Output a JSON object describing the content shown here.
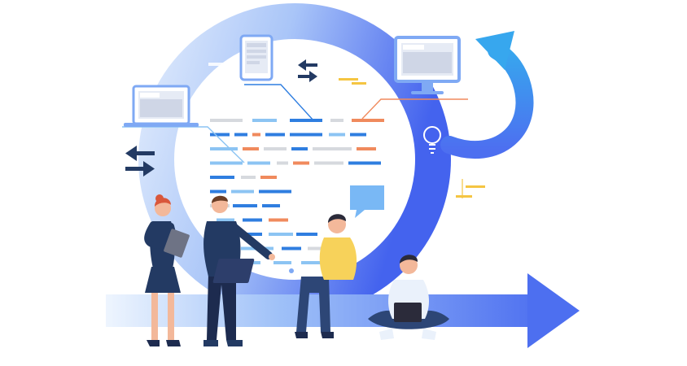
{
  "colors": {
    "ring_light": "#cfe0fb",
    "ring_mid": "#8fb3f6",
    "ring_deep": "#4d6ff0",
    "ring_end": "#3d5ae8",
    "arrow_main": "#4d6ff0",
    "arrow_cycle": "#3f9ff0",
    "navy": "#233a63",
    "dark_navy": "#1d2b4f",
    "text_line_blue": "#2f7ee0",
    "text_line_light": "#8cc4f3",
    "text_line_gray": "#d6d9de",
    "text_line_orange": "#f08a5d",
    "accent_yellow": "#f5c542",
    "shirt_yellow": "#f7d25a",
    "shirt_white": "#eaf1fb",
    "jeans": "#2d4676",
    "skin": "#f3b89a",
    "hair_dark": "#2b2b3a",
    "hair_red": "#d9573b",
    "device_blue": "#7fa9f4",
    "chat_bubble": "#79b8f5"
  },
  "scene": {
    "icons": [
      "laptop-icon",
      "tablet-icon",
      "monitor-icon",
      "lightbulb-icon",
      "transfer-arrows-icon",
      "cycle-arrow-icon",
      "progress-arrow-icon",
      "chat-bubble-icon"
    ],
    "people": [
      "woman-with-tablet",
      "man-pointing",
      "man-sitting-with-laptop",
      "man-cross-legged-with-laptop"
    ]
  }
}
